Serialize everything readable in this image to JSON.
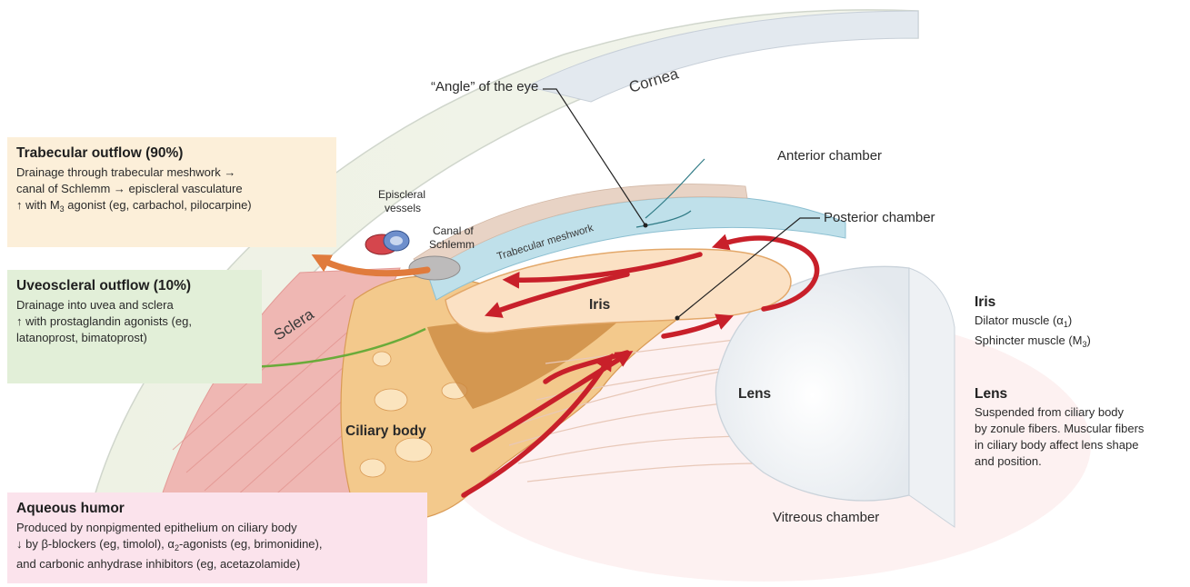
{
  "structures": {
    "cornea": "Cornea",
    "angle": "“Angle” of the eye",
    "anterior_chamber": "Anterior chamber",
    "posterior_chamber": "Posterior chamber",
    "episcleral_vessels": [
      "Episcleral",
      "vessels"
    ],
    "canal_of_schlemm": [
      "Canal of",
      "Schlemm"
    ],
    "trabecular_meshwork": "Trabecular meshwork",
    "sclera": "Sclera",
    "iris": "Iris",
    "lens": "Lens",
    "ciliary_body": "Ciliary body",
    "vitreous_chamber": "Vitreous chamber"
  },
  "trabecular_outflow": {
    "title": "Trabecular outflow (90%)",
    "line1": "Drainage through trabecular meshwork →",
    "line2": "canal of Schlemm → episcleral vasculature",
    "line3_prefix": "↑ with M",
    "line3_sub": "3",
    "line3_suffix": " agonist (eg, carbachol, pilocarpine)"
  },
  "uveoscleral_outflow": {
    "title": "Uveoscleral outflow (10%)",
    "line1": "Drainage into uvea and sclera",
    "line2": "↑ with prostaglandin agonists (eg,",
    "line3": "latanoprost, bimatoprost)"
  },
  "aqueous_humor": {
    "title": "Aqueous humor",
    "line1": "Produced by nonpigmented epithelium on ciliary body",
    "line2_prefix": "↓ by β-blockers (eg, timolol), α",
    "line2_sub": "2",
    "line2_suffix": "-agonists (eg, brimonidine),",
    "line3": "and carbonic anhydrase inhibitors (eg, acetazolamide)"
  },
  "iris_info": {
    "title": "Iris",
    "dilator_prefix": "Dilator muscle (α",
    "dilator_sub": "1",
    "dilator_suffix": ")",
    "sphincter_prefix": "Sphincter muscle (M",
    "sphincter_sub": "3",
    "sphincter_suffix": ")"
  },
  "lens_info": {
    "title": "Lens",
    "lines": [
      "Suspended from ciliary body",
      "by zonule fibers. Muscular fibers",
      "in ciliary body affect lens shape",
      "and position."
    ]
  },
  "colors": {
    "flow_arrow": "#c8202a",
    "trabecular_arrow": "#e07b3c",
    "uveoscleral_arrow": "#6aab3a",
    "trabecular_box": "#fcefd9",
    "uveoscleral_box": "#e2efd8",
    "aqueous_box": "#fbe3ec"
  }
}
